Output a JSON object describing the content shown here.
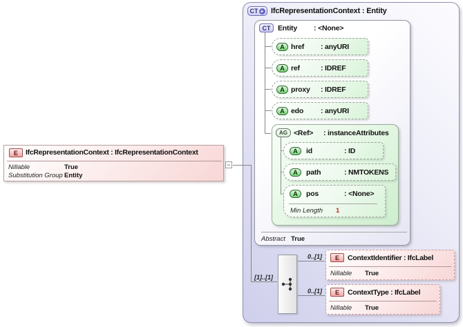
{
  "palette": {
    "element_fill": "#f8d6d6",
    "element_border": "#b9a0a0",
    "type_fill": "#d8d8f0",
    "type_border": "#8f8fae",
    "attribute_fill": "#d9f3d9",
    "attribute_border": "#9aa39a",
    "facet_value_color": "#cc2222",
    "wire_color": "#858585"
  },
  "icons": {
    "collapse_glyph": "−",
    "plus_glyph": "+",
    "sequence_icon": "sequence-branch"
  },
  "root_element": {
    "badge": "E",
    "title": "IfcRepresentationContext : IfcRepresentationContext",
    "properties": [
      {
        "label": "Nillable",
        "value": "True"
      },
      {
        "label": "Substitution Group",
        "value": "Entity"
      }
    ]
  },
  "complex_type": {
    "badge": "CT",
    "title": "IfcRepresentationContext : Entity",
    "base_type": {
      "badge": "CT",
      "name": "Entity",
      "type": ": <None>",
      "attributes": [
        {
          "badge": "A",
          "name": "href",
          "type": ": anyURI"
        },
        {
          "badge": "A",
          "name": "ref",
          "type": ": IDREF"
        },
        {
          "badge": "A",
          "name": "proxy",
          "type": ": IDREF"
        },
        {
          "badge": "A",
          "name": "edo",
          "type": ": anyURI"
        }
      ],
      "attribute_group": {
        "badge": "AG",
        "name": "<Ref>",
        "type": ": instanceAttributes",
        "attributes": [
          {
            "badge": "A",
            "name": "id",
            "type": ": ID"
          },
          {
            "badge": "A",
            "name": "path",
            "type": ": NMTOKENS"
          },
          {
            "badge": "A",
            "name": "pos",
            "type": ": <None>",
            "facet_label": "Min Length",
            "facet_value": "1"
          }
        ]
      },
      "properties": [
        {
          "label": "Abstract",
          "value": "True"
        }
      ]
    },
    "content_model": {
      "cardinality": "[1]..[1]",
      "children": [
        {
          "cardinality": "0..[1]",
          "badge": "E",
          "title": "ContextIdentifier : IfcLabel",
          "properties": [
            {
              "label": "Nillable",
              "value": "True"
            }
          ]
        },
        {
          "cardinality": "0..[1]",
          "badge": "E",
          "title": "ContextType : IfcLabel",
          "properties": [
            {
              "label": "Nillable",
              "value": "True"
            }
          ]
        }
      ]
    }
  }
}
